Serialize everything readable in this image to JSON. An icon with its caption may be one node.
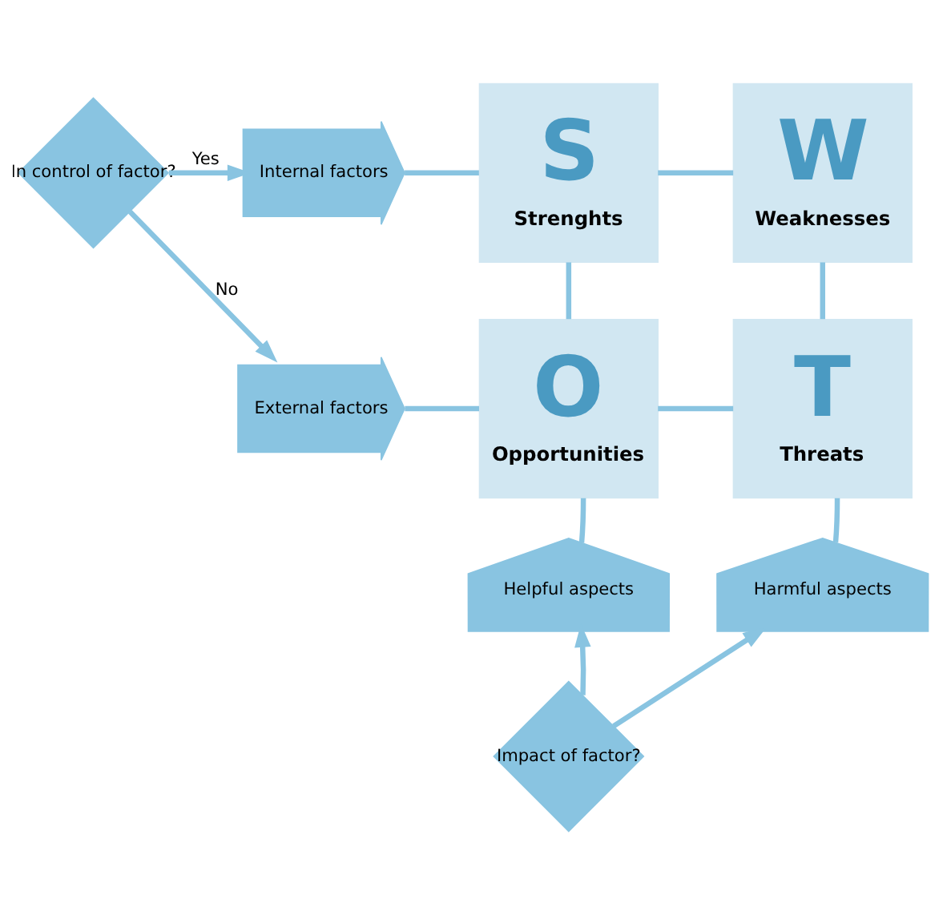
{
  "diagram": {
    "nodes": [
      {
        "text": [
          "In control of factor?"
        ]
      },
      {
        "text": [
          "Internal factors"
        ]
      },
      {
        "text": [
          "External factors"
        ]
      },
      {
        "text": [
          "S",
          "Strenghts"
        ]
      },
      {
        "text": [
          "W",
          "Weaknesses"
        ]
      },
      {
        "text": [
          "O",
          "Opportunities"
        ]
      },
      {
        "text": [
          "T",
          "Threats"
        ]
      },
      {
        "text": [
          "Helpful aspects"
        ]
      },
      {
        "text": [
          "Harmful aspects"
        ]
      },
      {
        "text": [
          "Impact of factor?"
        ]
      }
    ],
    "edges": [
      {
        "from": 0,
        "to": 1,
        "arrow": "to",
        "label": "Yes"
      },
      {
        "from": 0,
        "to": 2,
        "arrow": "to",
        "label": "No"
      },
      {
        "from": 1,
        "to": 3,
        "arrow": "none"
      },
      {
        "from": 3,
        "to": 4,
        "arrow": "none"
      },
      {
        "from": 3,
        "to": 5,
        "arrow": "none"
      },
      {
        "from": 4,
        "to": 6,
        "arrow": "none"
      },
      {
        "from": 2,
        "to": 5,
        "arrow": "none"
      },
      {
        "from": 5,
        "to": 6,
        "arrow": "none"
      },
      {
        "from": 7,
        "to": 5,
        "arrow": "none"
      },
      {
        "from": 8,
        "to": 6,
        "arrow": "none"
      },
      {
        "from": 9,
        "to": 7,
        "arrow": "to"
      },
      {
        "from": 9,
        "to": 8,
        "arrow": "to"
      }
    ]
  }
}
